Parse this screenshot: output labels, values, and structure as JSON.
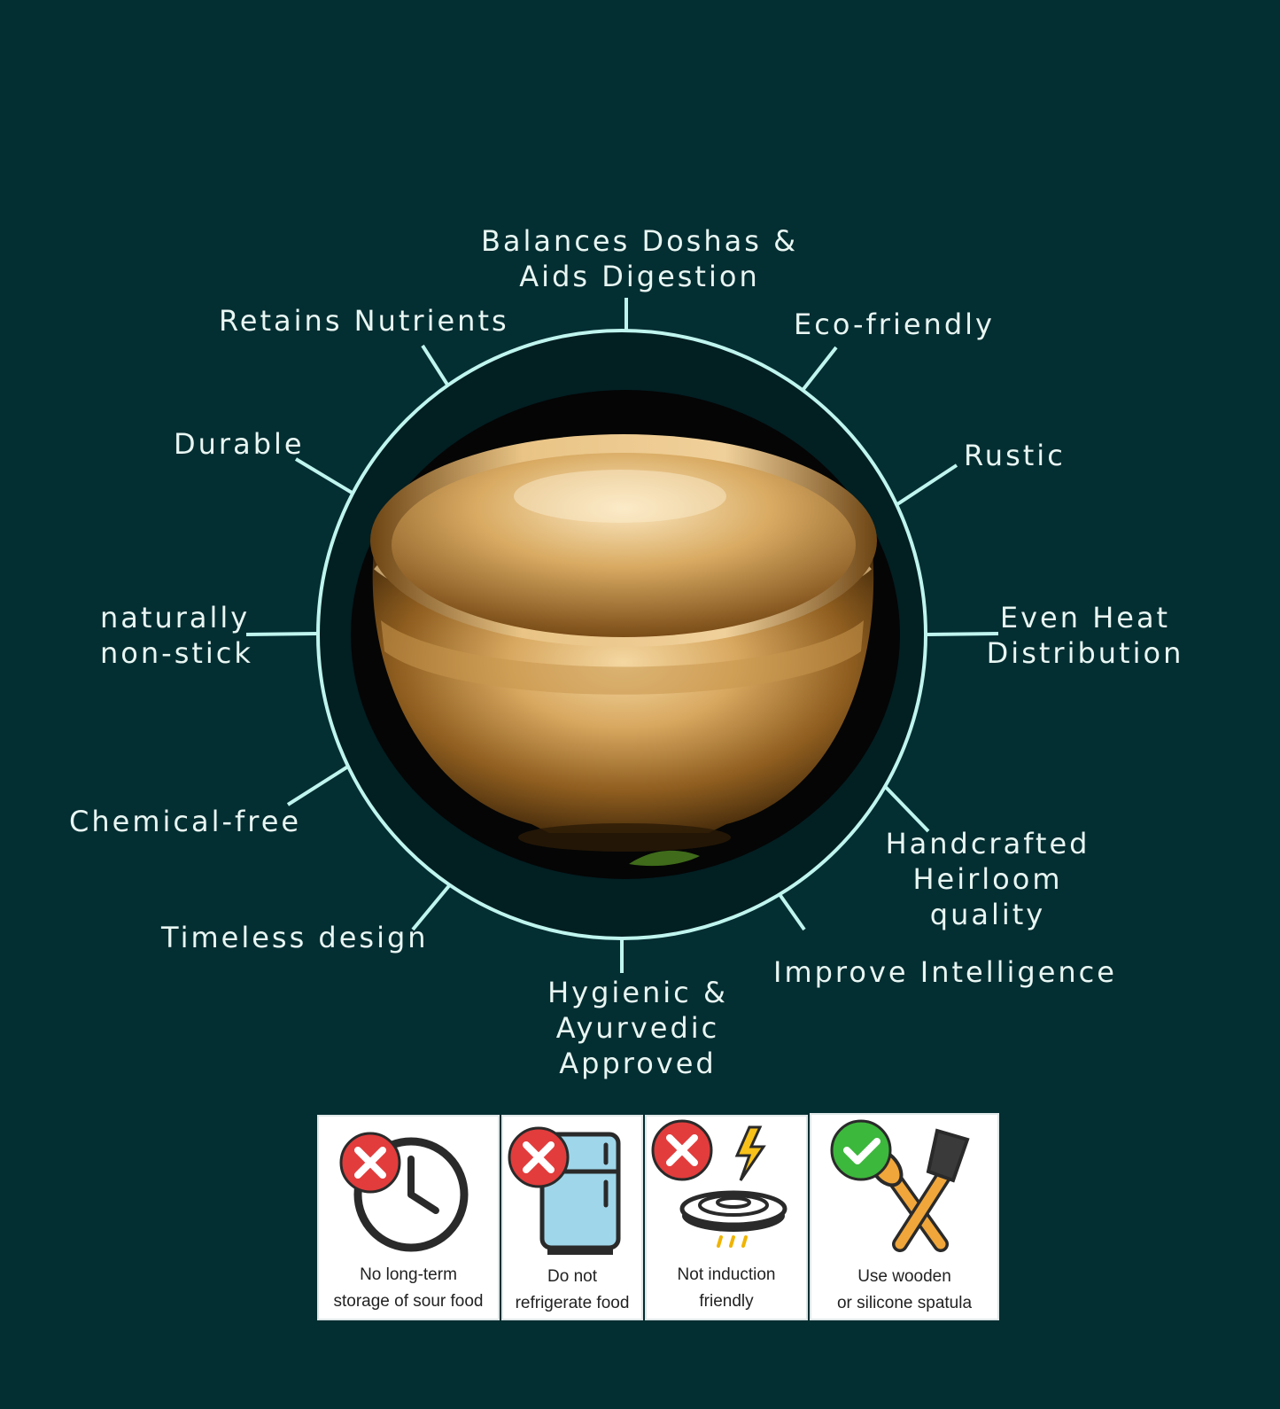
{
  "features": {
    "top": "Balances Doshas &\nAids Digestion",
    "retains": "Retains Nutrients",
    "eco": "Eco-friendly",
    "durable": "Durable",
    "rustic": "Rustic",
    "nonstick": "naturally\nnon-stick",
    "even_heat": "Even Heat\nDistribution",
    "chemical": "Chemical-free",
    "handcrafted": "Handcrafted\nHeirloom quality",
    "timeless": "Timeless design",
    "intelligence": "Improve Intelligence",
    "hygienic": "Hygienic &\nAyurvedic Approved"
  },
  "care": {
    "storage": "No long-term\nstorage of sour food",
    "fridge": "Do not\nrefrigerate food",
    "induction": "Not induction\nfriendly",
    "spatula": "Use wooden\nor silicone spatula"
  },
  "colors": {
    "background": "#032e32",
    "ring": "#bff5ee",
    "no_badge": "#e23c3c",
    "yes_badge": "#3cb83c",
    "bronze": "#b5853a"
  },
  "icons": [
    "clock-icon",
    "fridge-icon",
    "induction-icon",
    "spatula-icon",
    "cross-badge-icon",
    "check-badge-icon"
  ]
}
